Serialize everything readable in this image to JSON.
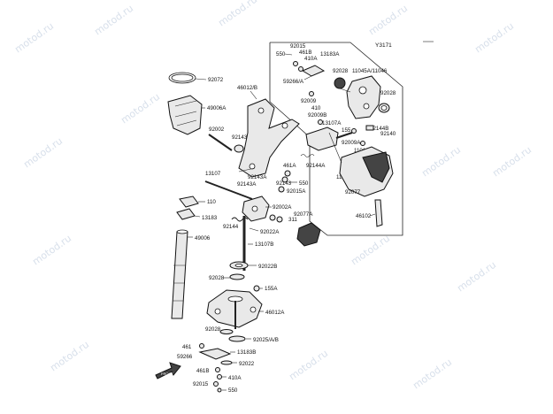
{
  "diagram": {
    "code": "Y3171",
    "watermark": "motod.ru",
    "front_label": "FRONT",
    "callouts": {
      "c92072": "92072",
      "c49006A": "49006A",
      "c46012B": "46012/B",
      "c92002": "92002",
      "c92143": "92143",
      "c461A": "461A",
      "c92143A_1": "92143A",
      "c92143A_2": "92143A",
      "c92143_2": "92143",
      "c550_1": "550",
      "c92015A": "92015A",
      "c13107": "13107",
      "c110": "110",
      "c13183": "13183",
      "c92002A": "92002A",
      "c92077A": "92077A",
      "c311": "311",
      "c92144": "92144",
      "c92022A": "92022A",
      "c13107B": "13107B",
      "c49006": "49006",
      "c92022B": "92022B",
      "c92028_1": "92028",
      "c155A": "155A",
      "c46012A": "46012A",
      "c92028_2": "92028",
      "c92025AB": "92025/A/B",
      "c461": "461",
      "c59266": "59266",
      "c13183B": "13183B",
      "c461B": "461B",
      "c92022": "92022",
      "c410A": "410A",
      "c92015": "92015",
      "c550_2": "550",
      "c550_top": "550",
      "c92015_top": "92015",
      "c461B_top": "461B",
      "c410A_top": "410A",
      "c13183A": "13183A",
      "c59266A": "59266/A",
      "c92028_top": "92028",
      "c11045A": "11045A/11046",
      "c92028_right": "92028",
      "c92009": "92009",
      "c410": "410",
      "c92009B": "92009B",
      "c13107A": "13107A",
      "c155": "155",
      "c92144B": "92144B",
      "c92140": "92140",
      "c92009A": "92009A",
      "c11012": "11012",
      "c92144A": "92144A",
      "c11045": "11045",
      "c92077": "92077",
      "c46102": "46102"
    }
  }
}
